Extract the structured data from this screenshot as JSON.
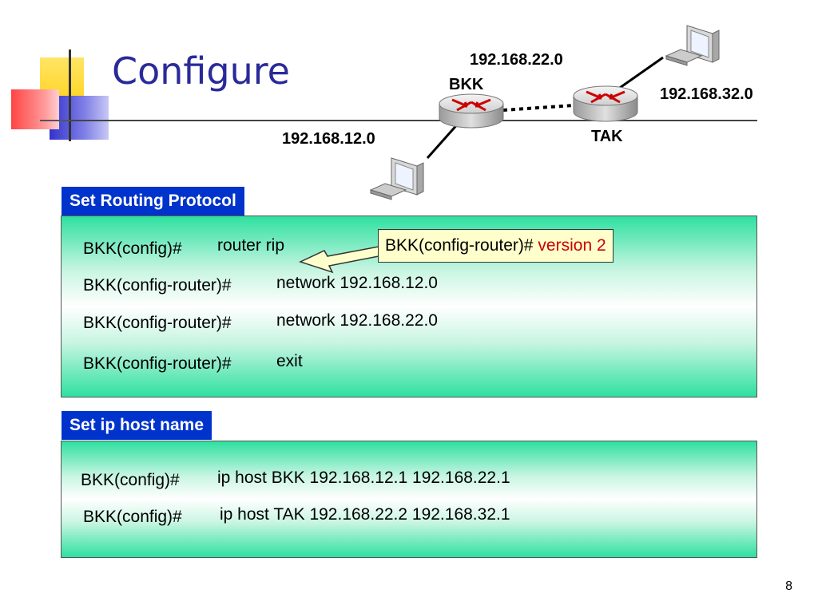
{
  "title": "Configure",
  "topology": {
    "net_22": "192.168.22.0",
    "net_32": "192.168.32.0",
    "net_12": "192.168.12.0",
    "router_bkk": "BKK",
    "router_tak": "TAK"
  },
  "routing_section": {
    "header": "Set Routing Protocol",
    "lines": [
      {
        "prompt": "BKK(config)#",
        "command": "router rip"
      },
      {
        "prompt": "BKK(config-router)#",
        "command": "network 192.168.12.0"
      },
      {
        "prompt": "BKK(config-router)#",
        "command": "network 192.168.22.0"
      },
      {
        "prompt": "BKK(config-router)#",
        "command": "exit"
      }
    ],
    "callout": {
      "prompt": "BKK(config-router)#",
      "command": "version 2"
    }
  },
  "host_section": {
    "header": "Set ip host name",
    "lines": [
      {
        "prompt": "BKK(config)#",
        "command": "ip host BKK 192.168.12.1 192.168.22.1"
      },
      {
        "prompt": "BKK(config)#",
        "command": "ip host TAK 192.168.22.2 192.168.32.1"
      }
    ]
  },
  "page_number": "8",
  "colors": {
    "header_bg": "#0033cc",
    "title": "#2a2a99",
    "highlight": "#cc0000",
    "panel": "#2ee0a0"
  }
}
